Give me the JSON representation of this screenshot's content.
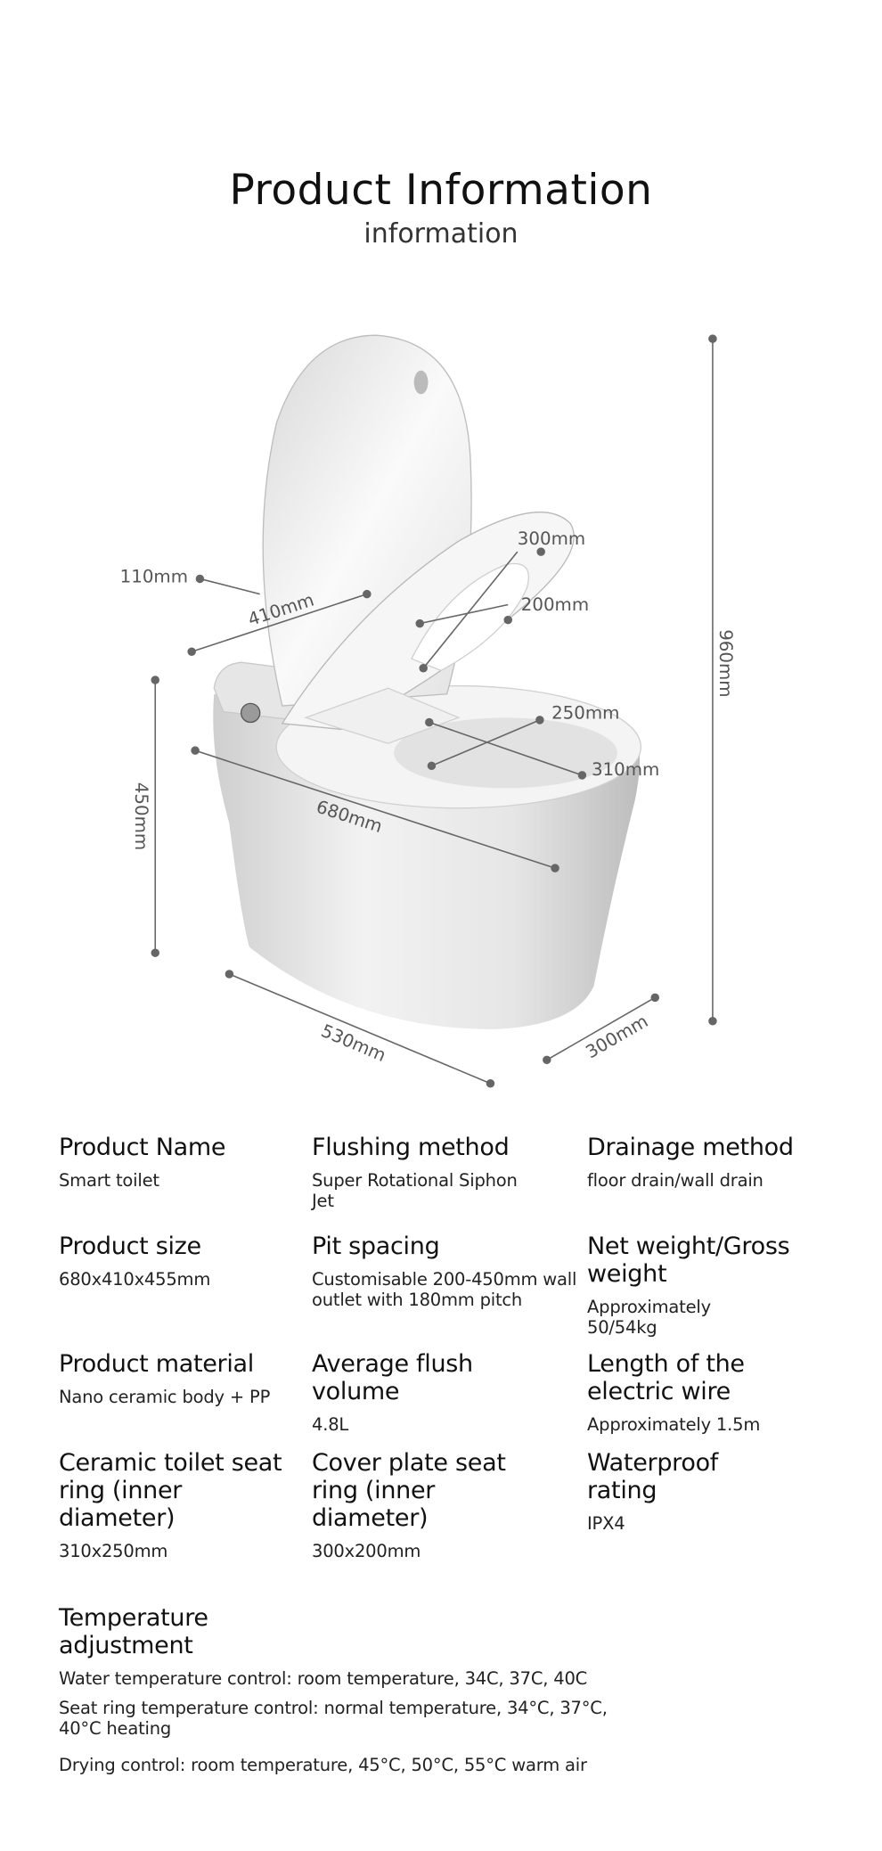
{
  "header": {
    "title": "Product Information",
    "subtitle": "information"
  },
  "diagram": {
    "dimensions": {
      "height_total": "960mm",
      "height_body": "450mm",
      "length_base": "530mm",
      "width_base": "300mm",
      "length_top": "680mm",
      "lid_thickness": "110mm",
      "width_top": "410mm",
      "cover_ring_length": "300mm",
      "cover_ring_width": "200mm",
      "seat_ring_width": "250mm",
      "seat_ring_length": "310mm"
    }
  },
  "specs": [
    {
      "label": "Product Name",
      "value": "Smart toilet"
    },
    {
      "label": "Flushing method",
      "value": "Super Rotational Siphon Jet"
    },
    {
      "label": "Drainage method",
      "value": "floor drain/wall drain"
    },
    {
      "label": "Product size",
      "value": "680x410x455mm"
    },
    {
      "label": "Pit spacing",
      "value": "Customisable 200-450mm wall outlet with 180mm pitch"
    },
    {
      "label": "Net weight/Gross weight",
      "value": "Approximately 50/54kg"
    },
    {
      "label": "Product material",
      "value": "Nano ceramic body + PP"
    },
    {
      "label": "Average flush volume",
      "value": "4.8L"
    },
    {
      "label": "Length of the electric wire",
      "value": "Approximately 1.5m"
    },
    {
      "label": "Ceramic toilet seat ring (inner diameter)",
      "value": "310x250mm"
    },
    {
      "label": "Cover plate seat ring (inner diameter)",
      "value": "300x200mm"
    },
    {
      "label": "Waterproof rating",
      "value": "IPX4"
    }
  ],
  "temperature": {
    "label": "Temperature adjustment",
    "water": "Water temperature control: room temperature, 34C, 37C, 40C",
    "seat": "Seat ring temperature control: normal temperature, 34°C, 37°C, 40°C heating",
    "drying": "Drying control: room temperature, 45°C, 50°C, 55°C warm air"
  },
  "colors": {
    "text": "#111111",
    "dimension": "#666666",
    "ceramic": "#e9e9e9"
  }
}
